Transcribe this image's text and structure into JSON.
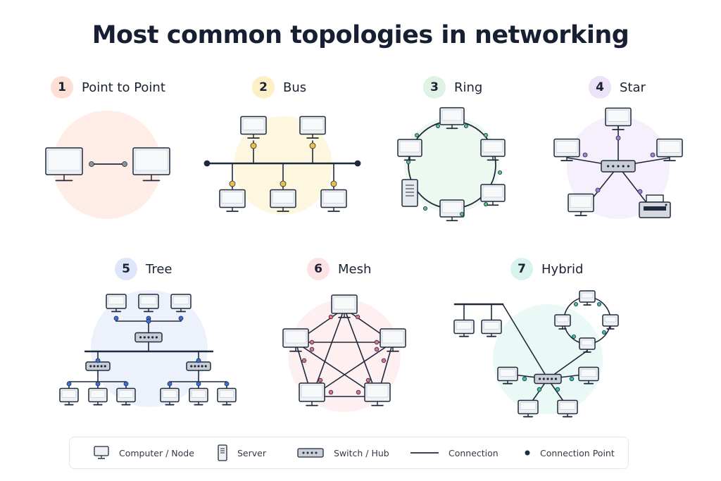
{
  "title": "Most common topologies in networking",
  "topologies": [
    {
      "number": "1",
      "label": "Point to Point",
      "color": "#fde0d3"
    },
    {
      "number": "2",
      "label": "Bus",
      "color": "#fdf0c6"
    },
    {
      "number": "3",
      "label": "Ring",
      "color": "#dff2e3"
    },
    {
      "number": "4",
      "label": "Star",
      "color": "#ece3f7"
    },
    {
      "number": "5",
      "label": "Tree",
      "color": "#dde6fa"
    },
    {
      "number": "6",
      "label": "Mesh",
      "color": "#fde2e6"
    },
    {
      "number": "7",
      "label": "Hybrid",
      "color": "#d8f2ee"
    }
  ],
  "legend": {
    "computer": "Computer / Node",
    "server": "Server",
    "switch": "Switch / Hub",
    "connection": "Connection",
    "point": "Connection Point"
  },
  "colors": {
    "line": "#1f2a3c",
    "bus_dot": "#e9c04a",
    "ring_dot": "#5cc08a",
    "star_dot": "#a67fd8",
    "tree_dot": "#3b6fe0",
    "mesh_dot": "#e0708b",
    "hybrid_dot": "#3cbfa8"
  }
}
